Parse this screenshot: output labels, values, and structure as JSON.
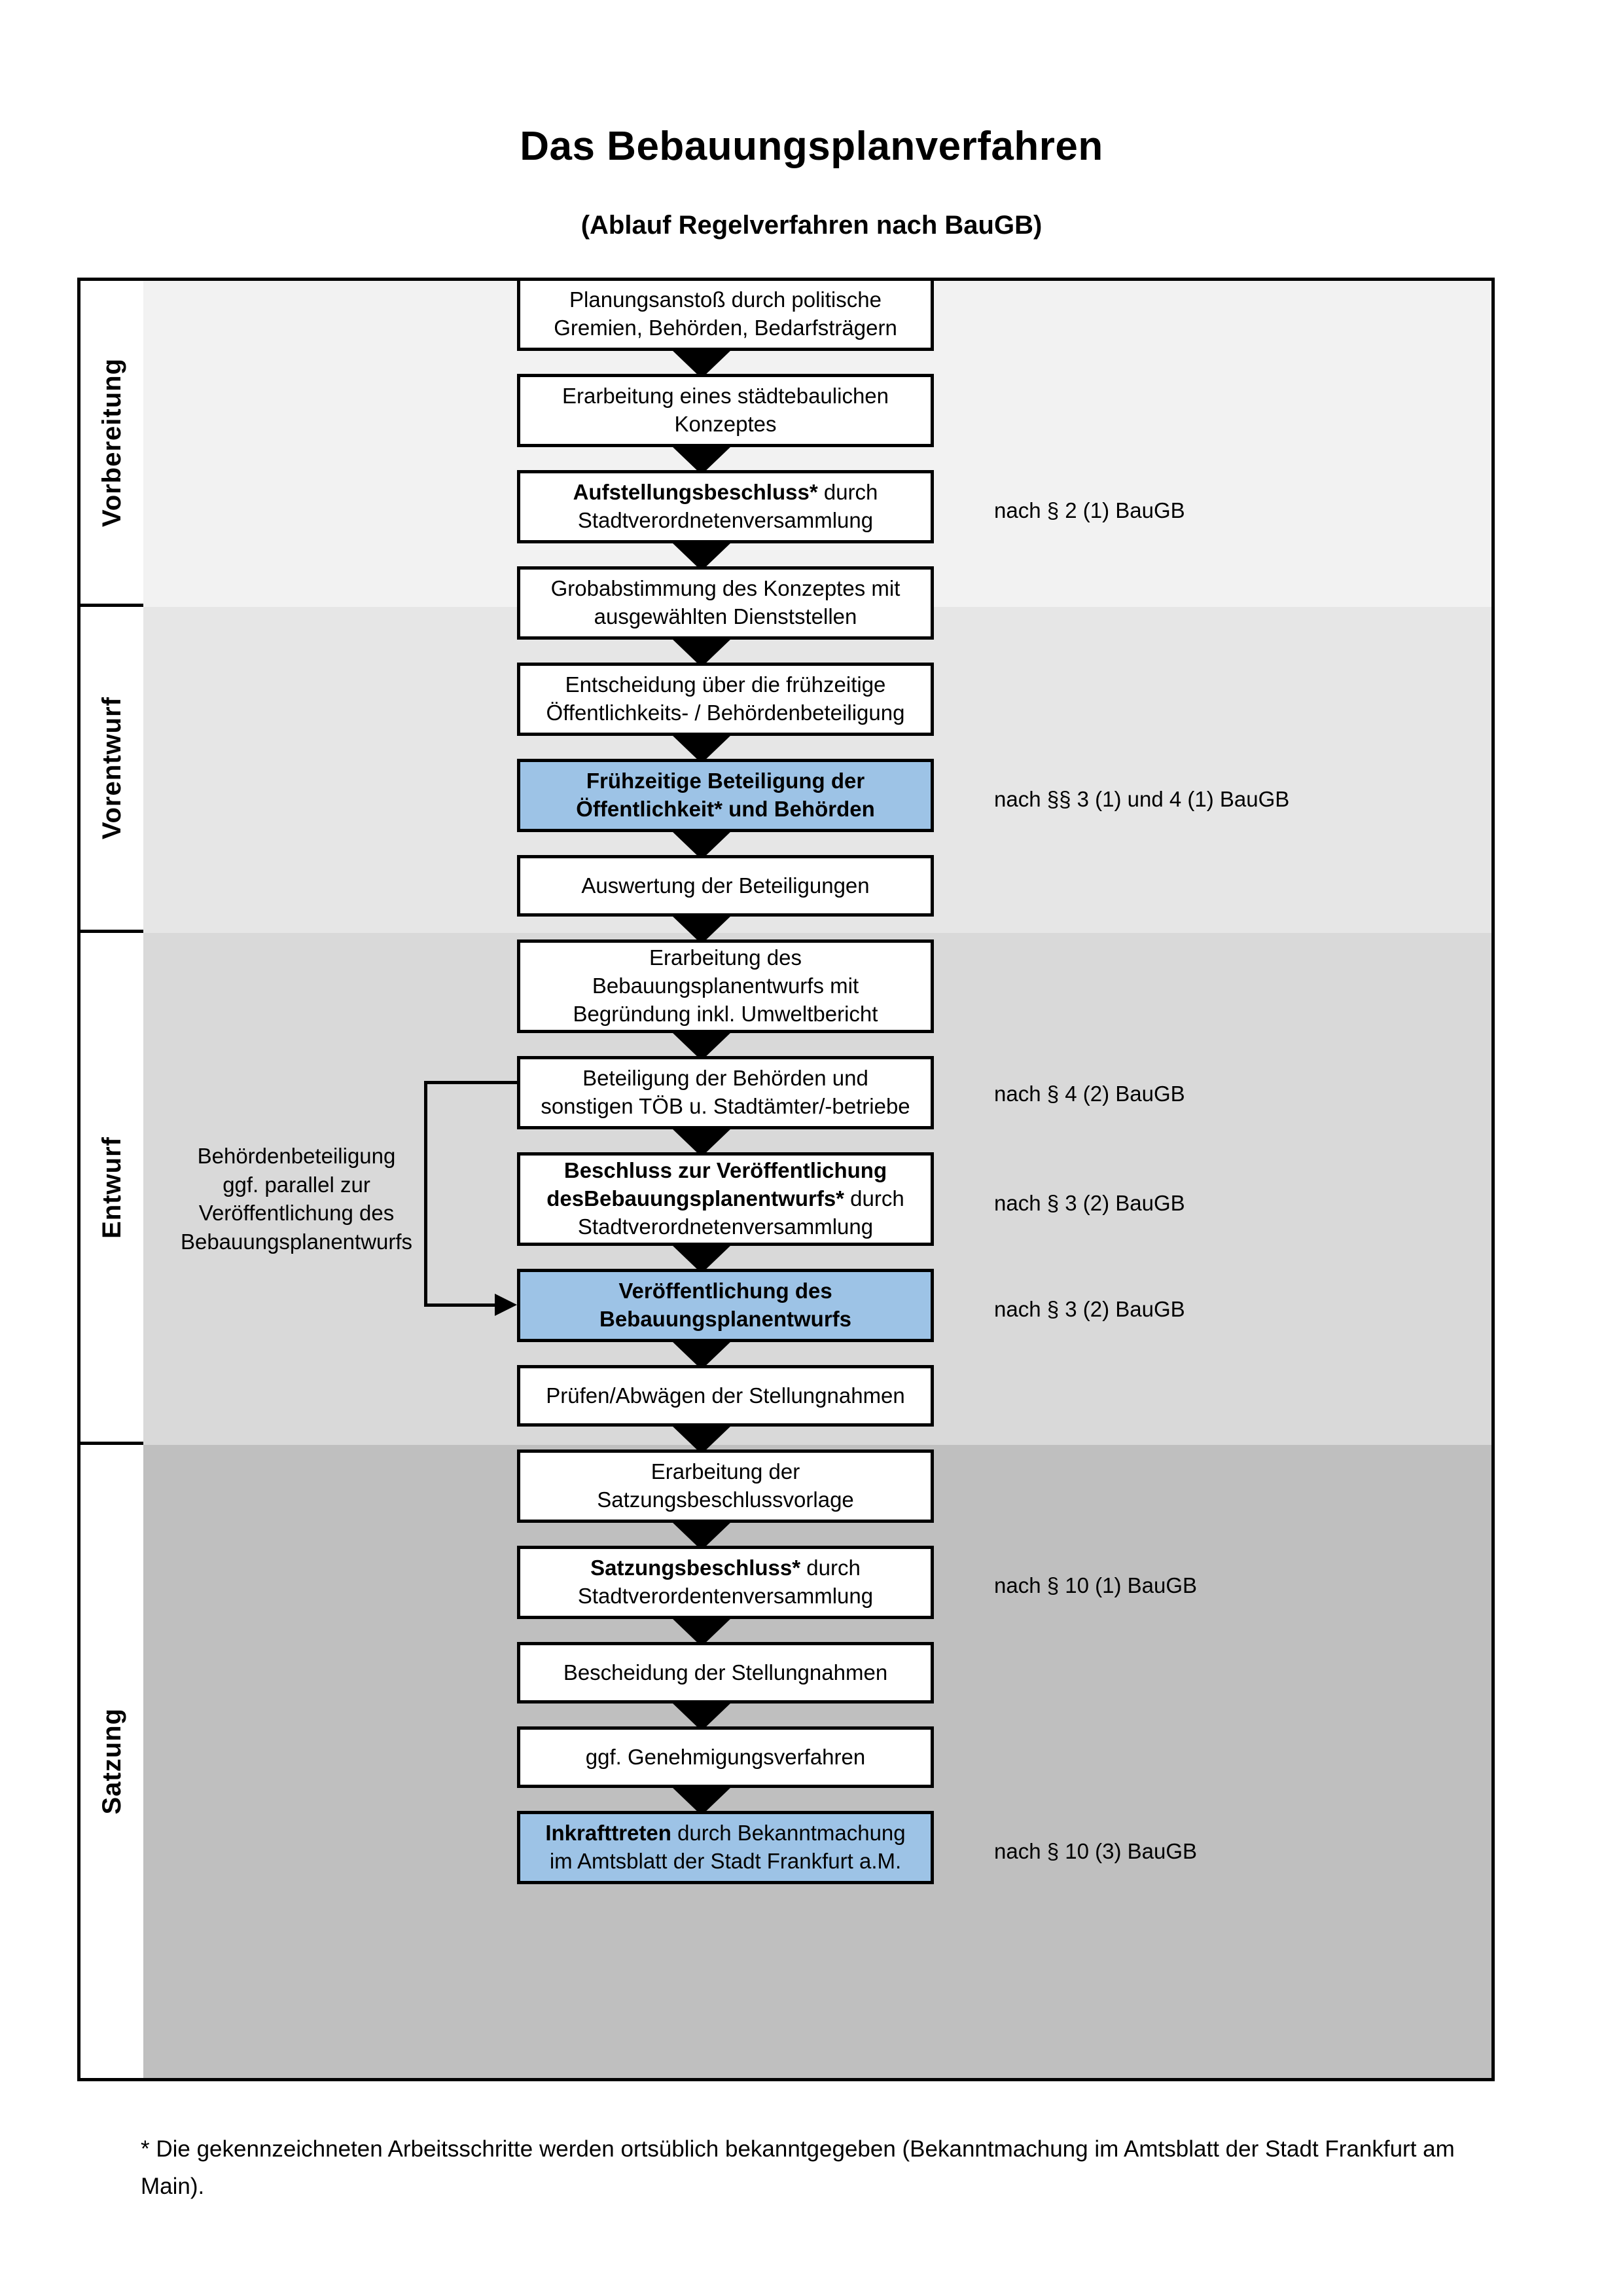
{
  "document": {
    "title": "Das Bebauungsplanverfahren",
    "subtitle": "(Ablauf Regelverfahren nach BauGB)",
    "footnote": "* Die gekennzeichneten Arbeitsschritte werden ortsüblich bekanntgegeben (Bekanntmachung im Amtsblatt  der Stadt Frankfurt am Main)."
  },
  "colors": {
    "phase_vorbereitung_bg": "#F2F2F2",
    "phase_vorentwurf_bg": "#E6E6E6",
    "phase_entwurf_bg": "#D9D9D9",
    "phase_satzung_bg": "#BFBFBF",
    "highlight_box": "#9DC3E6",
    "outline": "#000000",
    "box_fill": "#FFFFFF"
  },
  "phases": [
    {
      "label": "Vorbereitung"
    },
    {
      "label": "Vorentwurf"
    },
    {
      "label": "Entwurf"
    },
    {
      "label": "Satzung"
    }
  ],
  "steps": [
    {
      "id": "planungsanstoss",
      "phase": "Vorbereitung",
      "highlight": false,
      "lines": [
        {
          "text": "Planungsanstoß durch politische",
          "bold": false
        },
        {
          "text": "Gremien, Behörden, Bedarfsträgern",
          "bold": false
        }
      ]
    },
    {
      "id": "staedtebauliches-konzept",
      "phase": "Vorbereitung",
      "highlight": false,
      "lines": [
        {
          "text": "Erarbeitung eines städtebaulichen",
          "bold": false
        },
        {
          "text": "Konzeptes",
          "bold": false
        }
      ]
    },
    {
      "id": "aufstellungsbeschluss",
      "phase": "Vorbereitung",
      "highlight": false,
      "lines": [
        {
          "text": "Aufstellungsbeschluss*",
          "bold": true
        },
        {
          "text": " durch",
          "bold": false
        },
        {
          "text": "Stadtverordnetenversammlung",
          "bold": false
        }
      ],
      "break_after": 1
    },
    {
      "id": "grobabstimmung",
      "phase": "Vorentwurf",
      "highlight": false,
      "lines": [
        {
          "text": "Grobabstimmung des Konzeptes mit",
          "bold": false
        },
        {
          "text": "ausgewählten Dienststellen",
          "bold": false
        }
      ]
    },
    {
      "id": "entscheidung-fruehzeitige-beteiligung",
      "phase": "Vorentwurf",
      "highlight": false,
      "lines": [
        {
          "text": "Entscheidung über die frühzeitige",
          "bold": false
        },
        {
          "text": "Öffentlichkeits- / Behördenbeteiligung",
          "bold": false
        }
      ]
    },
    {
      "id": "fruehzeitige-beteiligung",
      "phase": "Vorentwurf",
      "highlight": true,
      "lines": [
        {
          "text": "Frühzeitige Beteiligung der",
          "bold": true
        },
        {
          "text": "Öffentlichkeit* und Behörden",
          "bold": true
        }
      ]
    },
    {
      "id": "auswertung-beteiligungen",
      "phase": "Entwurf",
      "highlight": false,
      "lines": [
        {
          "text": "Auswertung der Beteiligungen",
          "bold": false
        }
      ]
    },
    {
      "id": "erarbeitung-bebauungsplanentwurf",
      "phase": "Entwurf",
      "highlight": false,
      "lines": [
        {
          "text": "Erarbeitung des",
          "bold": false
        },
        {
          "text": "Bebauungsplanentwurfs mit",
          "bold": false
        },
        {
          "text": "Begründung inkl. Umweltbericht",
          "bold": false
        }
      ]
    },
    {
      "id": "beteiligung-behoerden-toeb",
      "phase": "Entwurf",
      "highlight": false,
      "lines": [
        {
          "text": "Beteiligung der Behörden und",
          "bold": false
        },
        {
          "text": "sonstigen TÖB u. Stadtämter/-betriebe",
          "bold": false
        }
      ]
    },
    {
      "id": "beschluss-veroeffentlichung",
      "phase": "Entwurf",
      "highlight": false,
      "lines": [
        {
          "text": "Beschluss zur Veröffentlichung des",
          "bold": true
        },
        {
          "text": "Bebauungsplanentwurfs*",
          "bold": true
        },
        {
          "text": " durch",
          "bold": false
        },
        {
          "text": "Stadtverordnetenversammlung",
          "bold": false
        }
      ],
      "break_after": 2
    },
    {
      "id": "veroeffentlichung-bebauungsplanentwurf",
      "phase": "Entwurf",
      "highlight": true,
      "lines": [
        {
          "text": "Veröffentlichung des",
          "bold": true
        },
        {
          "text": "Bebauungsplanentwurfs",
          "bold": true
        }
      ]
    },
    {
      "id": "pruefen-abwaegen",
      "phase": "Satzung",
      "highlight": false,
      "lines": [
        {
          "text": "Prüfen/Abwägen der Stellungnahmen",
          "bold": false
        }
      ]
    },
    {
      "id": "erarbeitung-satzungsbeschlussvorlage",
      "phase": "Satzung",
      "highlight": false,
      "lines": [
        {
          "text": "Erarbeitung der",
          "bold": false
        },
        {
          "text": "Satzungsbeschlussvorlage",
          "bold": false
        }
      ]
    },
    {
      "id": "satzungsbeschluss",
      "phase": "Satzung",
      "highlight": false,
      "lines": [
        {
          "text": "Satzungsbeschluss*",
          "bold": true
        },
        {
          "text": " durch",
          "bold": false
        },
        {
          "text": "Stadtverordentenversammlung",
          "bold": false
        }
      ],
      "break_after": 1
    },
    {
      "id": "bescheidung-stellungnahmen",
      "phase": "Satzung",
      "highlight": false,
      "lines": [
        {
          "text": "Bescheidung der Stellungnahmen",
          "bold": false
        }
      ]
    },
    {
      "id": "genehmigungsverfahren",
      "phase": "Satzung",
      "highlight": false,
      "lines": [
        {
          "text": "ggf. Genehmigungsverfahren",
          "bold": false
        }
      ]
    },
    {
      "id": "inkrafttreten",
      "phase": "Satzung",
      "highlight": true,
      "lines": [
        {
          "text": "Inkrafttreten",
          "bold": true
        },
        {
          "text": " durch Bekanntmachung",
          "bold": false
        },
        {
          "text": "im Amtsblatt der Stadt Frankfurt a.M.",
          "bold": false
        }
      ],
      "break_after": 1
    }
  ],
  "legal_references": [
    {
      "id": "ref-aufstellungsbeschluss",
      "text": "nach § 2 (1) BauGB"
    },
    {
      "id": "ref-fruehzeitige-beteiligung",
      "text": "nach §§ 3 (1) und 4 (1) BauGB"
    },
    {
      "id": "ref-behoerdenbeteiligung",
      "text": "nach § 4 (2) BauGB"
    },
    {
      "id": "ref-beschluss-veroeffentlichung",
      "text": "nach § 3 (2) BauGB"
    },
    {
      "id": "ref-veroeffentlichung",
      "text": "nach § 3 (2) BauGB"
    },
    {
      "id": "ref-satzungsbeschluss",
      "text": "nach § 10 (1) BauGB"
    },
    {
      "id": "ref-inkrafttreten",
      "text": "nach § 10 (3) BauGB"
    }
  ],
  "side_note": {
    "lines": [
      "Behördenbeteiligung",
      "ggf. parallel zur",
      "Veröffentlichung des",
      "Bebauungsplanentwurfs"
    ]
  }
}
